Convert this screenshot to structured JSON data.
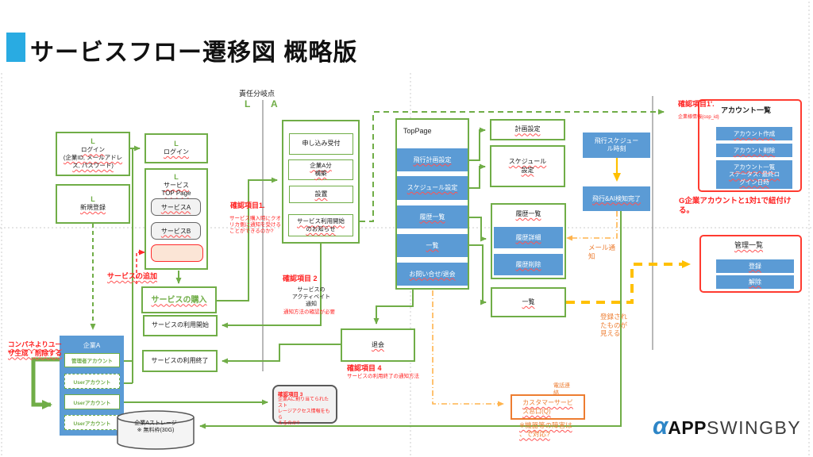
{
  "title": "サービスフロー遷移図 概略版",
  "divider": {
    "label": "責任分岐点",
    "left": "L",
    "right": "A"
  },
  "colors": {
    "accent_green": "#70AD47",
    "accent_blue": "#5B9BD5",
    "title_blue": "#29ABE2",
    "alert_red": "#FF1F1F",
    "orange": "#ED7D31",
    "gold": "#FFC000"
  },
  "nodes": {
    "login1": {
      "l": "L",
      "t": "ログイン\n(企業ID, メールアドレ\nス, パスワード)"
    },
    "register": {
      "l": "L",
      "t": "新規登録"
    },
    "login2": {
      "l": "L",
      "t": "ログイン"
    },
    "serviceTop": {
      "l": "L",
      "t": "サービス\nTOP Page",
      "itemA": "サービスA",
      "itemB": "サービスB"
    },
    "purchase": {
      "t": "サービスの購入"
    },
    "useStart": {
      "t": "サービスの利用開始"
    },
    "useEnd": {
      "t": "サービスの利用終了"
    },
    "companyA": {
      "t": "企業A",
      "admin": "管理者アカウント",
      "user1": "Userアカウント",
      "user2": "Userアカウント",
      "user3": "Userアカウント"
    },
    "storage": {
      "t": "企業Aストレージ\n※ 無料枠(30G)"
    },
    "flow": {
      "apply": "申し込み受付",
      "build": "企業A分\n構築",
      "setup": "設置",
      "notice": "サービス利用開始\nのお知らせ"
    },
    "topPage": {
      "t": "TopPage",
      "items": [
        "飛行計画設定",
        "スケジュール設定",
        "履歴一覧",
        "一覧",
        "お問い合せ/退会"
      ]
    },
    "planSet": {
      "t": "計画設定"
    },
    "schedSet": {
      "t": "スケジュール\n設定"
    },
    "histList": {
      "t": "履歴一覧",
      "detail": "履歴詳細",
      "remove": "履歴削除"
    },
    "listBox": {
      "t": "一覧"
    },
    "flightSched": {
      "t": "飛行スケジュー\nル時刻"
    },
    "flightDone": {
      "t": "飛行&AI検知完了"
    },
    "withdraw": {
      "t": "退会"
    },
    "acctList": {
      "t": "アカウント一覧",
      "create": "アカウント作成",
      "remove": "アカウント削除",
      "status": "アカウント一覧\nステータス: 最終ロ\nグイン日時"
    },
    "mgmtList": {
      "t": "管理一覧",
      "reg": "登録",
      "unreg": "解除"
    },
    "custService": {
      "t": "カスタマーサービ\nス窓口(Q)"
    }
  },
  "notes": {
    "check1": {
      "title": "確認項目1.",
      "body": "サービス購入時にクオ\nリカ側に通知を受ける\nことができるのか?"
    },
    "check2": {
      "title": "確認項目 2",
      "body": "サービスの\nアクティベイト\n通知",
      "extra": "通知方法の確認が必要"
    },
    "check3": {
      "title": "確認項目 3",
      "body": "企業Aに割り当てられたスト\nレージアクセス情報をもら\nえるのか?"
    },
    "check4": {
      "title": "確認項目 4",
      "body": "サービスの利用終了の通知方法"
    },
    "check1p": {
      "title": "確認項目1'.",
      "body": "企業様情報(cop_id)"
    },
    "link1to1": "G企業アカウントと1対1で紐付け\nる。",
    "addService": "サービスの追加",
    "userCrud": "コンパネよりユー\nザ生成・削除する",
    "mail": "メール通\n知",
    "registered": "登録され\nたものが\n見える",
    "tel": "電話連\n絡",
    "failure": "※機器等の障害は\n、で対応?"
  },
  "logo": {
    "alpha": "α",
    "app": "APP",
    "swingby": "SWINGBY"
  }
}
